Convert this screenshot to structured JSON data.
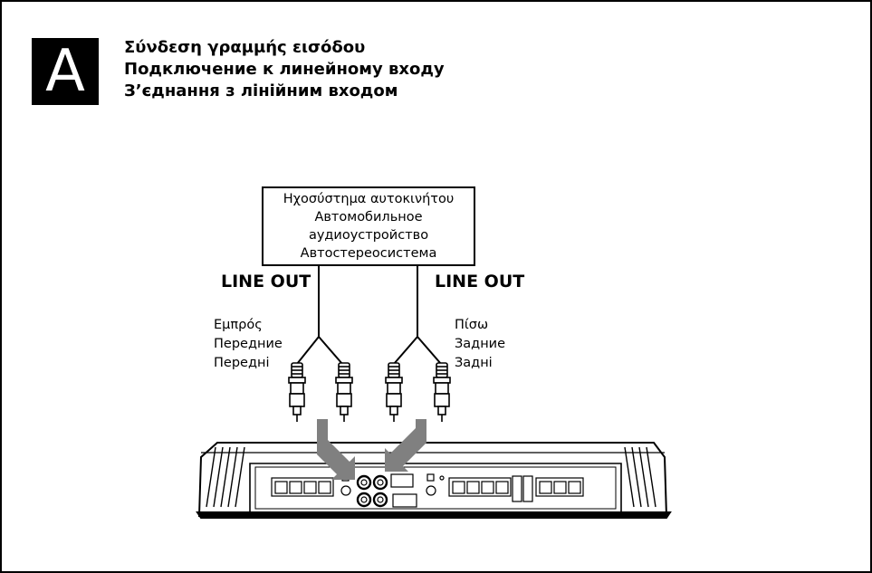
{
  "section": {
    "badge_letter": "A"
  },
  "titles": {
    "greek": "Σύνδεση γραμμής εισόδου",
    "russian": "Подключение к линейному входу",
    "ukrainian": "З’єднання з лінійним входом"
  },
  "device": {
    "line1": "Ηχοσύστημα αυτοκινήτου",
    "line2": "Автомобильное",
    "line3": "аудиоустройство",
    "line4": "Автостереосистема"
  },
  "outputs": {
    "left_label": "LINE OUT",
    "right_label": "LINE OUT"
  },
  "front": {
    "greek": "Εμπρός",
    "russian": "Передние",
    "ukrainian": "Передні"
  },
  "rear": {
    "greek": "Πίσω",
    "russian": "Задние",
    "ukrainian": "Задні"
  },
  "colors": {
    "ink": "#000000",
    "arrow": "#808080",
    "background": "#ffffff"
  }
}
